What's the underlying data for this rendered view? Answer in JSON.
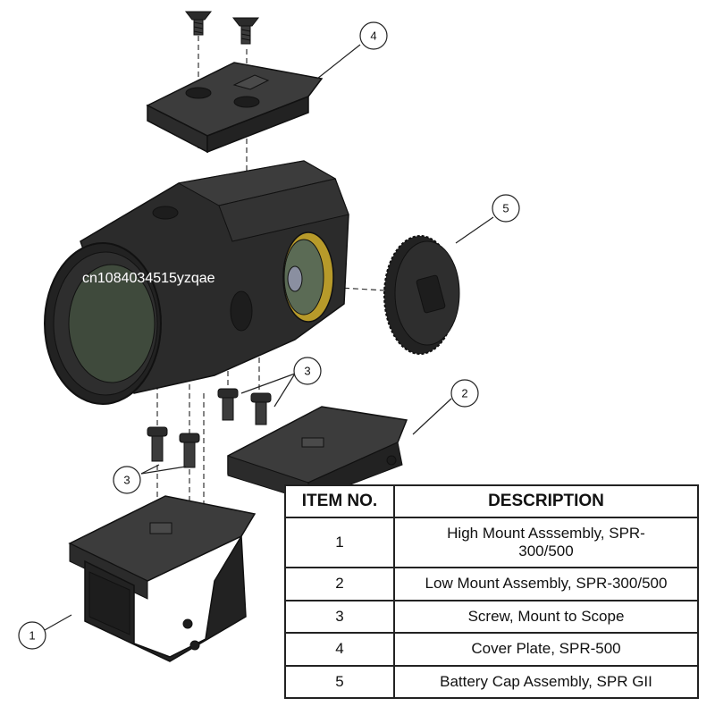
{
  "watermark": "cn1084034515yzqae",
  "table": {
    "headers": [
      "ITEM NO.",
      "DESCRIPTION"
    ],
    "rows": [
      {
        "item": "1",
        "description": "High Mount Asssembly, SPR-300/500"
      },
      {
        "item": "2",
        "description": "Low Mount Assembly, SPR-300/500"
      },
      {
        "item": "3",
        "description": "Screw, Mount to Scope"
      },
      {
        "item": "4",
        "description": "Cover Plate, SPR-500"
      },
      {
        "item": "5",
        "description": "Battery Cap Assembly, SPR GII"
      }
    ]
  },
  "callouts": [
    {
      "id": "4",
      "label": "4"
    },
    {
      "id": "5",
      "label": "5"
    },
    {
      "id": "3a",
      "label": "3"
    },
    {
      "id": "2",
      "label": "2"
    },
    {
      "id": "3b",
      "label": "3"
    },
    {
      "id": "1",
      "label": "1"
    }
  ],
  "colors": {
    "part_dark": "#2b2b2b",
    "part_mid": "#3c3c3c",
    "part_light": "#4a4a4a",
    "lens_green": "#5b6b55",
    "lens_yellow": "#b79a2a",
    "outline": "#111111"
  }
}
